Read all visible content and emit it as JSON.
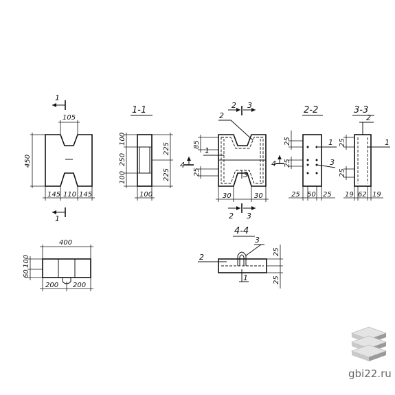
{
  "elevation": {
    "top_width": "105",
    "height": "450",
    "bottom_widths": [
      "145",
      "110",
      "145"
    ],
    "section_mark": "1"
  },
  "section_1_1": {
    "title": "1-1",
    "left_dims": [
      "100",
      "250",
      "100"
    ],
    "right_dims": [
      "225",
      "225"
    ],
    "bottom_width": "100"
  },
  "reinforcement": {
    "top_marks": [
      "2",
      "3"
    ],
    "callout_2": "2",
    "callout_1": "1",
    "left_dims": [
      "85",
      "25"
    ],
    "section_4": "4",
    "callout_3": "3",
    "bottom_dims": [
      "30",
      "30"
    ],
    "bottom_marks": [
      "2",
      "3"
    ]
  },
  "section_2_2": {
    "title": "2-2",
    "left_dims": [
      "25",
      "25"
    ],
    "section_4": "4",
    "callout_1": "1",
    "callout_3": "3",
    "bottom_dims": [
      "25",
      "50",
      "25"
    ]
  },
  "section_3_3": {
    "title": "3-3",
    "callout_2": "2",
    "callout_1": "1",
    "left_dims": [
      "25",
      "25"
    ],
    "bottom_dims": [
      "19",
      "62",
      "19"
    ]
  },
  "plan": {
    "width": "400",
    "left_dims": [
      "100",
      "60"
    ],
    "bottom_dims": [
      "200",
      "200"
    ]
  },
  "section_4_4": {
    "title": "4-4",
    "callout_2": "2",
    "callout_3": "3",
    "callout_1": "1",
    "right_dims": [
      "25",
      "25"
    ]
  },
  "watermark": "gbi22.ru"
}
